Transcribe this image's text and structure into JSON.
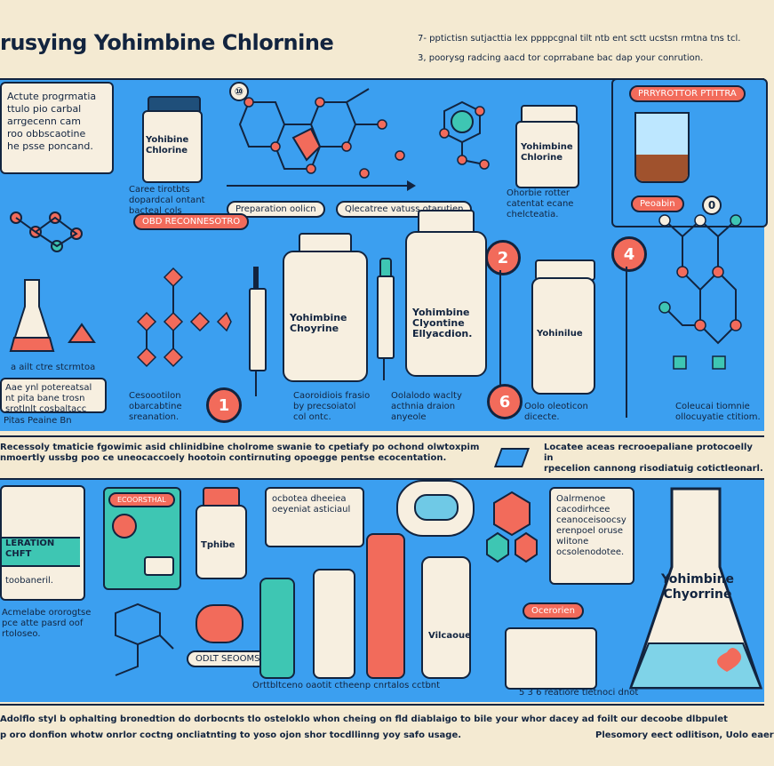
{
  "header": {
    "title": "rusying Yohimbine Chlornine",
    "line_1": "7- pptictisn  sutjacttia lex ppppcgnal tilt  ntb ent sctt ucstsn rmtna tns tcl.",
    "line_2": "3, poorysg radcing aacd tor coprrabane bac dap your conrution."
  },
  "section_1": {
    "note_top": "Actute progrmatia\nttulo pio carbal\narrgecenn cam\nroo obbscaotine\nhe psse poncand.",
    "vial_label": "Yohibine\nChlorine",
    "vial_caption": "Caree tirotbts\ndopardcal ontant\nbacteal cols",
    "pill_left": "Preparation oolicn",
    "pill_right": "Qlecatree vatuss otarutien",
    "vial_label_2": "Yohimbine\nChlorine",
    "vial_caption_2": "Ohorbie rotter\ncatentat ecane\nchelcteatia.",
    "panel_tag": "PRRYROTTOR PTITTRA",
    "coral_pill": "Peoabin",
    "coral_ring": "0",
    "note_left_1": "Aae ynl potereatsal\nnt pita bane trosn\nsrotlnlt cosbaltacc",
    "note_left_2": "Pitas Peaine Bn",
    "caption_small": "a ailt ctre stcrmtoa"
  },
  "section_2": {
    "tag": "OBD RECONNESOTRO",
    "vial_1_label": "Yohimbine\nChoyrine",
    "vial_2_label": "Yohimbine\nClyontine\nEllyacdion.",
    "vial_3_label": "Yohinilue",
    "step_1": "1",
    "step_2": "2",
    "step_4": "4",
    "step_6": "6",
    "caption_1": "Cesoootilon\nobarcabtine\nsreanation.",
    "caption_2": "Caoroidiois frasio\nby precsoiatol\ncol ontc.",
    "caption_3": "Oolalodo waclty\nacthnia draion\nanyeole",
    "caption_4": "Oolo oleoticon\ndicecte.",
    "caption_5": "Coleucai tiomnie\nollocuyatie ctitiom."
  },
  "divider": {
    "text_left": "Recessoly tmaticie fgowimic asid chlinidbine cholrome swanie to cpetiafy po ochond olwtoxpim\nnmoertly ussbg poo ce uneocaccoely hootoin contirnuting opoegge pentse ecocentation.",
    "text_right": "Locatee aceas recrooepaliane protocoelly in\nrpecelion cannong risodiatuig cotictleonarl."
  },
  "section_3": {
    "card_tag": "ECOORSTHAL",
    "side_label_1": "LERATION",
    "side_label_2": "CHFT",
    "side_note": "toobaneril.",
    "side_bottom": "Acmelabe ororogtse\npce atte pasrd oof\nrtoloseo.",
    "card_caption": "ODLT SEOOMS",
    "vial_label": "Tphibe",
    "bottle_label": "Vilcaoue",
    "bubble_text": "ocbotea dheeiea\noeyeniat asticiaul",
    "coral_pill": "Ocerorien",
    "note_right": "Oalrmenoe\ncacodirhcee\nceanoceisoocsy\nerenpoel oruse\nwlitone\nocsolenodotee.",
    "flask_label": "Yohimbine\nChyorrine",
    "bottom_caption": "Orttbltceno oaotit ctheenp cnrtalos cctbnt",
    "mini_caption": "5 3 6 reatiore tletnoci dnot"
  },
  "footer": {
    "line_1": "Adolflo styl b ophalting bronedtion do dorbocnts tlo osteloklo whon cheing on fld diablaigo to bile your whor dacey ad foilt our decoobe dlbpulet",
    "line_2": "p oro donfion whotw onrlor coctng oncliatnting to yoso ojon shor tocdllinng yoy safo usage.",
    "line_3": "Plesomory eect odlitison, Uolo eaer"
  }
}
